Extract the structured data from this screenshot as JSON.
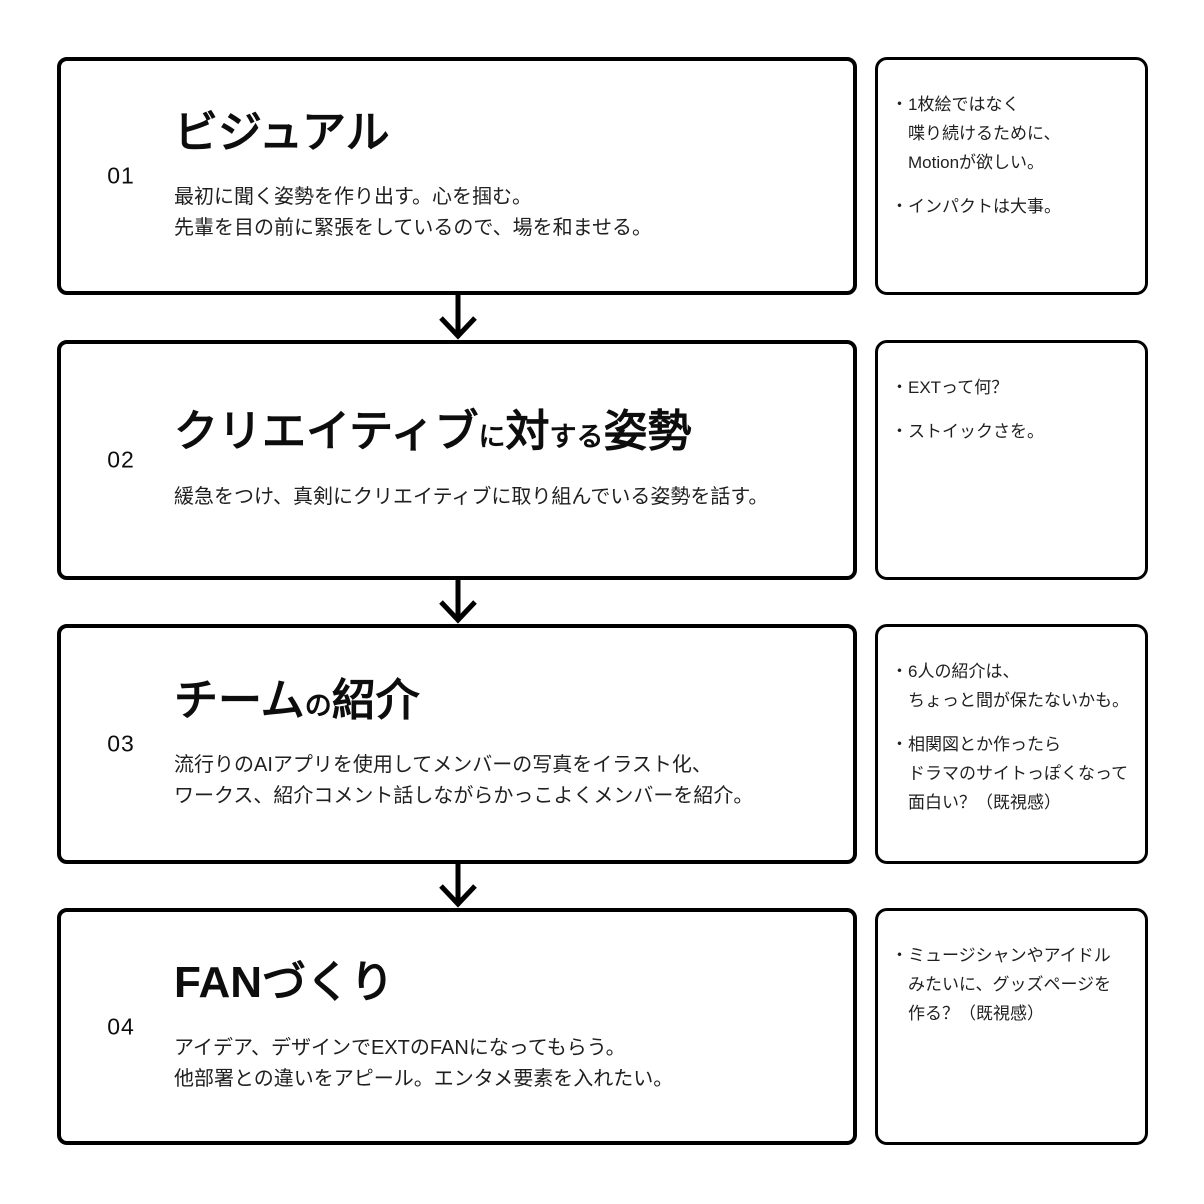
{
  "colors": {
    "background": "#ffffff",
    "border": "#000000",
    "text": "#1f1f1f",
    "title": "#0d0d0d"
  },
  "steps": [
    {
      "number": "01",
      "title_parts": [
        {
          "text": "ビジュアル",
          "size": "lg"
        }
      ],
      "body_lines": [
        "最初に聞く姿勢を作り出す。心を掴む。",
        "先輩を目の前に緊張をしているので、場を和ませる。"
      ],
      "notes": [
        {
          "lines": [
            "・1枚絵ではなく",
            "喋り続けるために、",
            "Motionが欲しい。"
          ]
        },
        {
          "lines": [
            "・インパクトは大事。"
          ]
        }
      ]
    },
    {
      "number": "02",
      "title_parts": [
        {
          "text": "クリエイティブ",
          "size": "lg"
        },
        {
          "text": "に",
          "size": "sm"
        },
        {
          "text": "対",
          "size": "lg"
        },
        {
          "text": "する",
          "size": "sm"
        },
        {
          "text": "姿勢",
          "size": "lg"
        }
      ],
      "body_lines": [
        "緩急をつけ、真剣にクリエイティブに取り組んでいる姿勢を話す。"
      ],
      "notes": [
        {
          "lines": [
            "・EXTって何？"
          ]
        },
        {
          "lines": [
            "・ストイックさを。"
          ]
        }
      ]
    },
    {
      "number": "03",
      "title_parts": [
        {
          "text": "チーム",
          "size": "lg"
        },
        {
          "text": "の",
          "size": "sm"
        },
        {
          "text": "紹介",
          "size": "lg"
        }
      ],
      "body_lines": [
        "流行りのAIアプリを使用してメンバーの写真をイラスト化、",
        "ワークス、紹介コメント話しながらかっこよくメンバーを紹介。"
      ],
      "notes": [
        {
          "lines": [
            "・6人の紹介は、",
            "ちょっと間が保たないかも。"
          ]
        },
        {
          "lines": [
            "・相関図とか作ったら",
            "ドラマのサイトっぽくなって",
            "面白い？（既視感）"
          ]
        }
      ]
    },
    {
      "number": "04",
      "title_parts": [
        {
          "text": "FANづくり",
          "size": "lg"
        }
      ],
      "body_lines": [
        "アイデア、デザインでEXTのFANになってもらう。",
        "他部署との違いをアピール。エンタメ要素を入れたい。"
      ],
      "notes": [
        {
          "lines": [
            "・ミュージシャンやアイドル",
            "みたいに、グッズページを",
            "作る？（既視感）"
          ]
        }
      ]
    }
  ]
}
